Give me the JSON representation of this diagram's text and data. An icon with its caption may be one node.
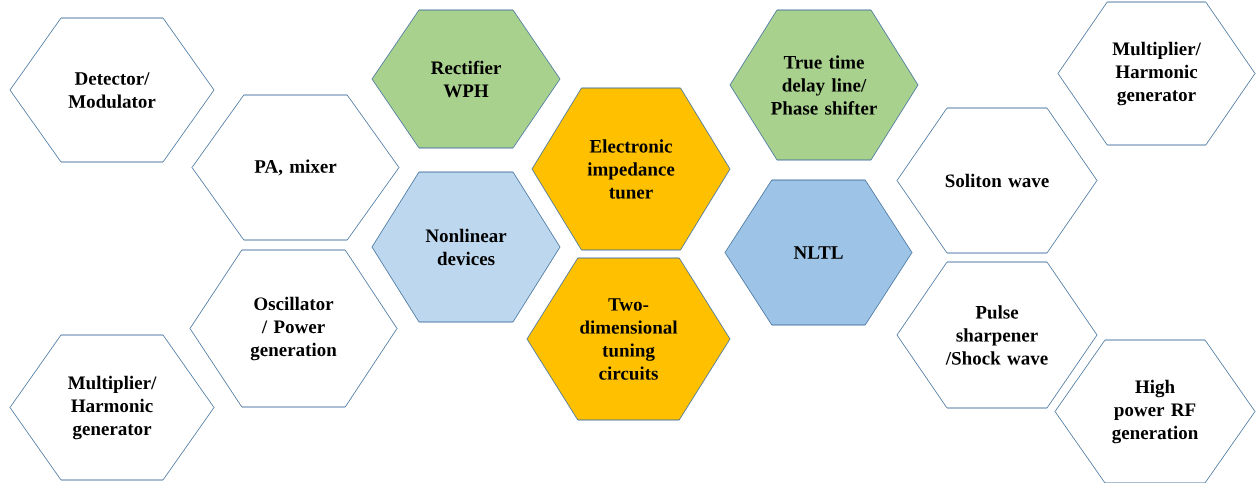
{
  "diagram": {
    "nodes": [
      {
        "text": [
          "Detector/ Modulator"
        ]
      },
      {
        "text": [
          "PA, mixer"
        ]
      },
      {
        "text": [
          "Oscillator / Power generation"
        ]
      },
      {
        "text": [
          "Multiplier/ Harmonic generator"
        ]
      },
      {
        "text": [
          "Rectifier WPH"
        ]
      },
      {
        "text": [
          "Nonlinear devices"
        ]
      },
      {
        "text": [
          "Electronic impedance tuner"
        ]
      },
      {
        "text": [
          "Two-dimensional tuning circuits"
        ]
      },
      {
        "text": [
          "True time delay line/ Phase shifter"
        ]
      },
      {
        "text": [
          "NLTL"
        ]
      },
      {
        "text": [
          "Multiplier/ Harmonic generator"
        ]
      },
      {
        "text": [
          "Soliton wave"
        ]
      },
      {
        "text": [
          "Pulse sharpener /Shock wave"
        ]
      },
      {
        "text": [
          "High power RF generation"
        ]
      }
    ]
  }
}
